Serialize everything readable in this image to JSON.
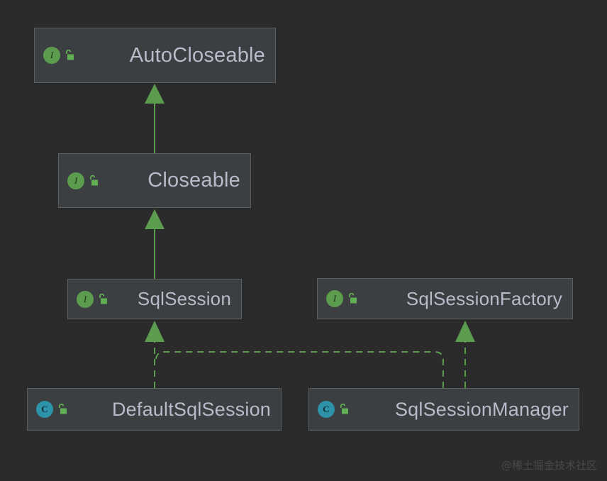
{
  "diagram": {
    "title": "UML class hierarchy",
    "background_color": "#2b2b2b",
    "node_fill_color": "#3c3f41",
    "node_border_color": "#5b5e60",
    "label_color": "#b6bcc9",
    "edge_color": "#5b9c4f",
    "interface_badge_color": "#5b9c4f",
    "class_badge_color": "#2e93a8",
    "interface_badge_letter": "I",
    "class_badge_letter": "C",
    "nodes": [
      {
        "id": "autocloseable",
        "label": "AutoCloseable",
        "kind": "interface",
        "badge": "I",
        "visibility_icon": "unlocked-padlock-icon"
      },
      {
        "id": "closeable",
        "label": "Closeable",
        "kind": "interface",
        "badge": "I",
        "visibility_icon": "unlocked-padlock-icon"
      },
      {
        "id": "sqlsession",
        "label": "SqlSession",
        "kind": "interface",
        "badge": "I",
        "visibility_icon": "unlocked-padlock-icon"
      },
      {
        "id": "sqlsessionfactory",
        "label": "SqlSessionFactory",
        "kind": "interface",
        "badge": "I",
        "visibility_icon": "unlocked-padlock-icon"
      },
      {
        "id": "defaultsqlsession",
        "label": "DefaultSqlSession",
        "kind": "class",
        "badge": "C",
        "visibility_icon": "unlocked-padlock-icon"
      },
      {
        "id": "sqlsessionmanager",
        "label": "SqlSessionManager",
        "kind": "class",
        "badge": "C",
        "visibility_icon": "unlocked-padlock-icon"
      }
    ],
    "edges": [
      {
        "from": "closeable",
        "to": "autocloseable",
        "style": "solid",
        "arrow": "triangle",
        "relation": "extends"
      },
      {
        "from": "sqlsession",
        "to": "closeable",
        "style": "solid",
        "arrow": "triangle",
        "relation": "extends"
      },
      {
        "from": "defaultsqlsession",
        "to": "sqlsession",
        "style": "dashed",
        "arrow": "triangle",
        "relation": "implements"
      },
      {
        "from": "sqlsessionmanager",
        "to": "sqlsession",
        "style": "dashed",
        "arrow": "triangle",
        "relation": "implements"
      },
      {
        "from": "sqlsessionmanager",
        "to": "sqlsessionfactory",
        "style": "dashed",
        "arrow": "triangle",
        "relation": "implements"
      }
    ]
  },
  "watermark": {
    "text": "@稀土掘金技术社区"
  }
}
